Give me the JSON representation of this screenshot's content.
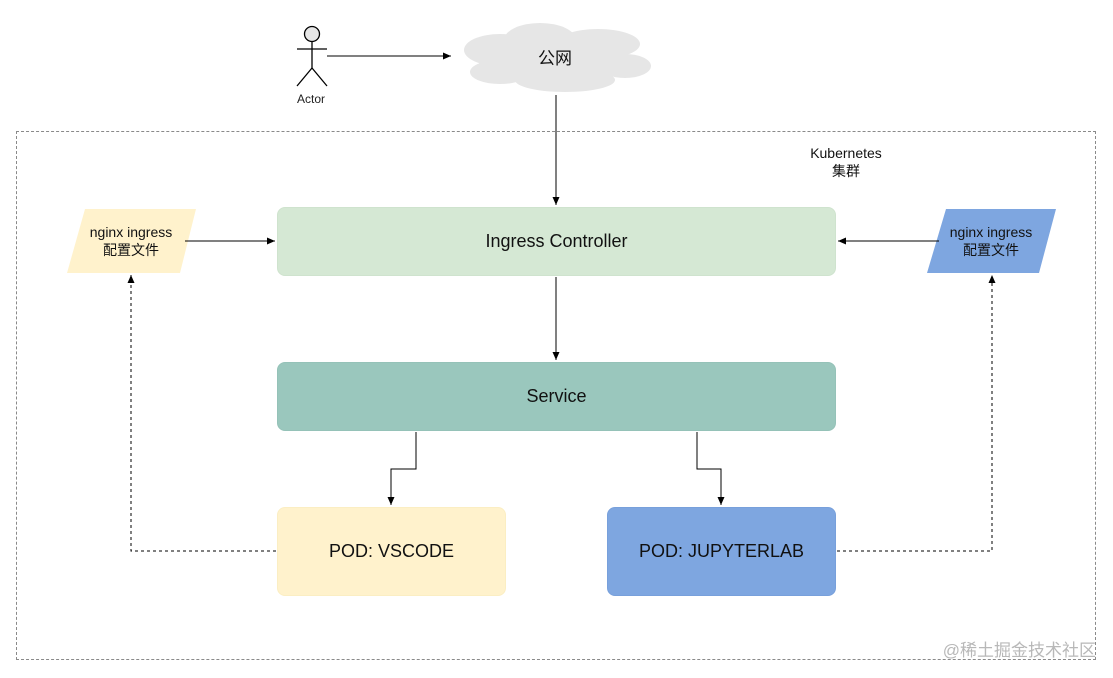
{
  "actor": {
    "label": "Actor"
  },
  "cloud": {
    "label": "公网"
  },
  "cluster": {
    "title_line1": "Kubernetes",
    "title_line2": "集群"
  },
  "ingress_controller": {
    "label": "Ingress Controller"
  },
  "service": {
    "label": "Service"
  },
  "pods": {
    "vscode": {
      "label": "POD: VSCODE"
    },
    "jupyterlab": {
      "label": "POD: JUPYTERLAB"
    }
  },
  "configs": {
    "left": {
      "line1": "nginx ingress",
      "line2": "配置文件"
    },
    "right": {
      "line1": "nginx ingress",
      "line2": "配置文件"
    }
  },
  "watermark": {
    "text": "@稀土掘金技术社区"
  },
  "colors": {
    "ingress_fill": "#d5e8d4",
    "service_fill": "#9ac7bd",
    "pod_vscode_fill": "#fff2cc",
    "pod_jupyter_fill": "#7ea6e0",
    "config_left_fill": "#fff2cc",
    "config_right_fill": "#7ea6e0",
    "cloud_fill": "#e6e6e6"
  }
}
